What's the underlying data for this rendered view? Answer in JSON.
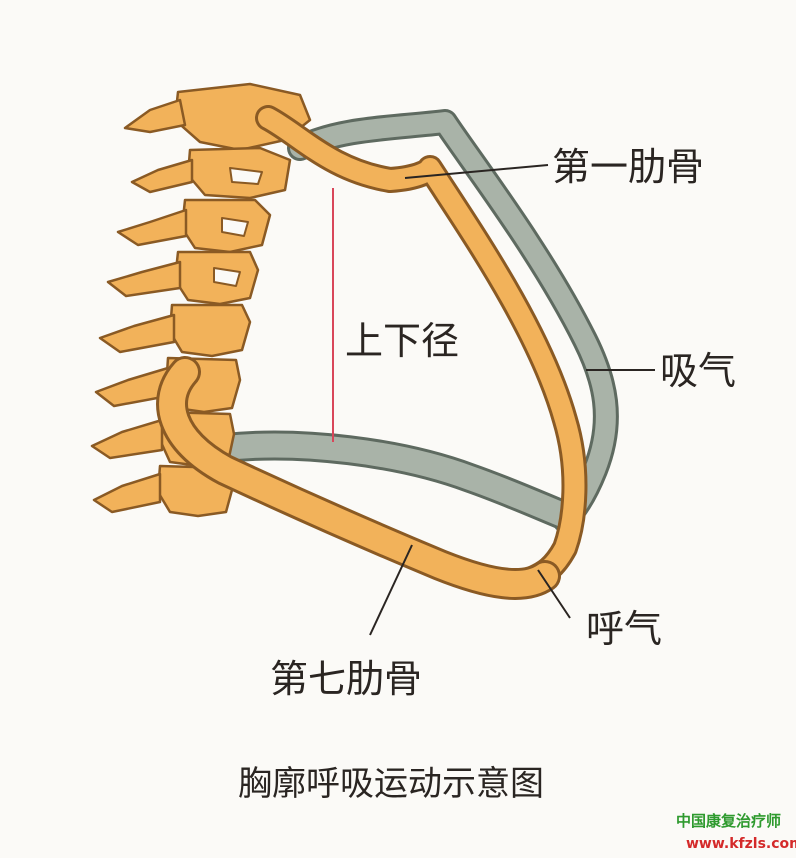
{
  "diagram": {
    "labels": {
      "first_rib": "第一肋骨",
      "vertical_diameter": "上下径",
      "inhale": "吸气",
      "exhale": "呼气",
      "seventh_rib": "第七肋骨"
    },
    "caption": "胸廓呼吸运动示意图"
  },
  "watermark": {
    "name": "中国康复治疗师",
    "url": "www.kfzls.com"
  },
  "colors": {
    "bone": "#f2b25a",
    "bone_outline": "#8a5a24",
    "rib_inhale": "#a9b3a8",
    "rib_inhale_outline": "#5e6a60",
    "measure_line": "#d9465a",
    "text": "#2a2522",
    "watermark_green": "#2e9a2e",
    "watermark_red": "#d42a2a"
  }
}
